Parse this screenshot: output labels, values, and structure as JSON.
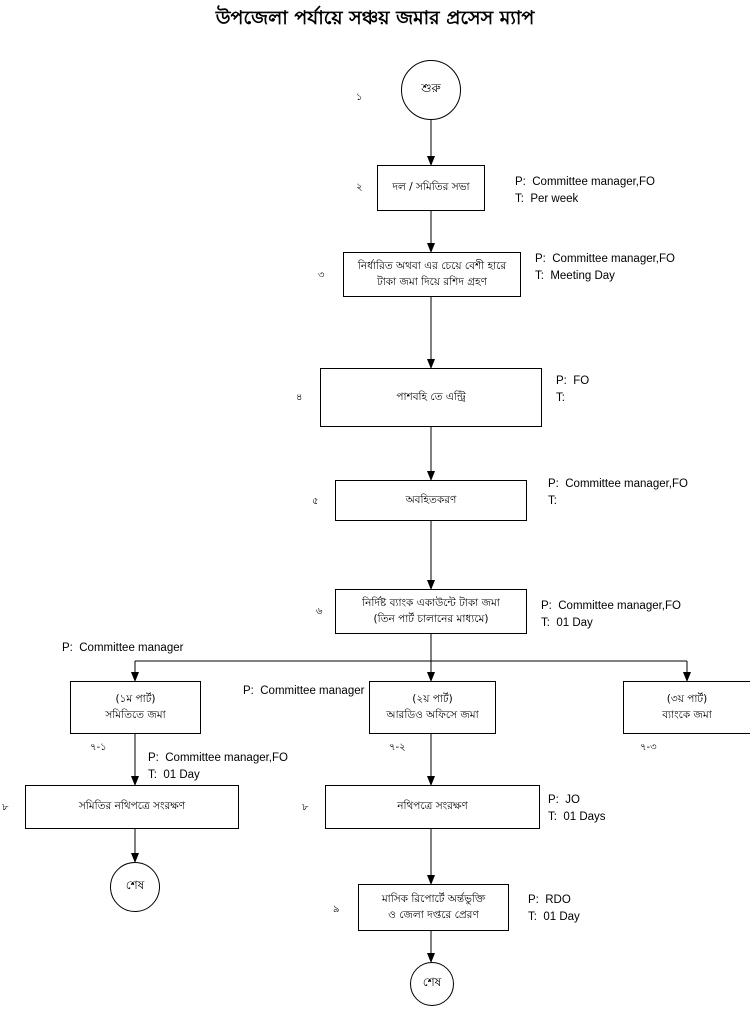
{
  "title": "উপজেলা পর্যায়ে সঞ্চয় জমার প্রসেস ম্যাপ",
  "nodes": {
    "start": "শুরু",
    "s2": "দল / সমিতির সভা",
    "s3a": "নির্ধারিত অথবা এর চেয়ে বেশী হারে",
    "s3b": "টাকা জমা দিয়ে রশিদ গ্রহণ",
    "s4": "পাশবহি তে এন্ট্রি",
    "s5": "অবহিতকরণ",
    "s6a": "নির্দিষ্ট ব্যাংক একাউন্টে টাকা জমা",
    "s6b": "(তিন পার্ট চালানের মাধ্যমে)",
    "p1a": "(১ম পার্ট)",
    "p1b": "সমিতিতে জমা",
    "p2a": "(২য় পার্ট)",
    "p2b": "আরডিও অফিসে জমা",
    "p3a": "(৩য় পার্ট)",
    "p3b": "ব্যাংকে জমা",
    "s8l": "সমিতির নথিপত্রে সংরক্ষণ",
    "s8r": "নথিপত্রে সংরক্ষণ",
    "s9a": "মাসিক রিপোর্টে অর্ন্তভুক্তি",
    "s9b": "ও জেলা দপ্তরে প্রেরণ",
    "end_left": "শেষ",
    "end_right": "শেষ"
  },
  "step_numbers": {
    "n1": "১",
    "n2": "২",
    "n3": "৩",
    "n4": "৪",
    "n5": "৫",
    "n6": "৬",
    "n71": "৭-১",
    "n72": "৭-২",
    "n73": "৭-৩",
    "n8l": "৮",
    "n8r": "৮",
    "n9": "৯"
  },
  "notes": {
    "a2": "P:  Committee manager,FO\nT:  Per week",
    "a3": "P:  Committee manager,FO\nT:  Meeting Day",
    "a4": "P:  FO\nT:",
    "a5": "P:  Committee manager,FO\nT:",
    "a6": "P:  Committee manager,FO\nT:  01 Day",
    "a_branch_left": "P:  Committee manager",
    "a_branch_mid": "P:  Committee manager",
    "a71": "P:  Committee manager,FO\nT:  01 Day",
    "a8r": "P:  JO\nT:  01 Days",
    "a9": "P:  RDO\nT:  01 Day"
  }
}
